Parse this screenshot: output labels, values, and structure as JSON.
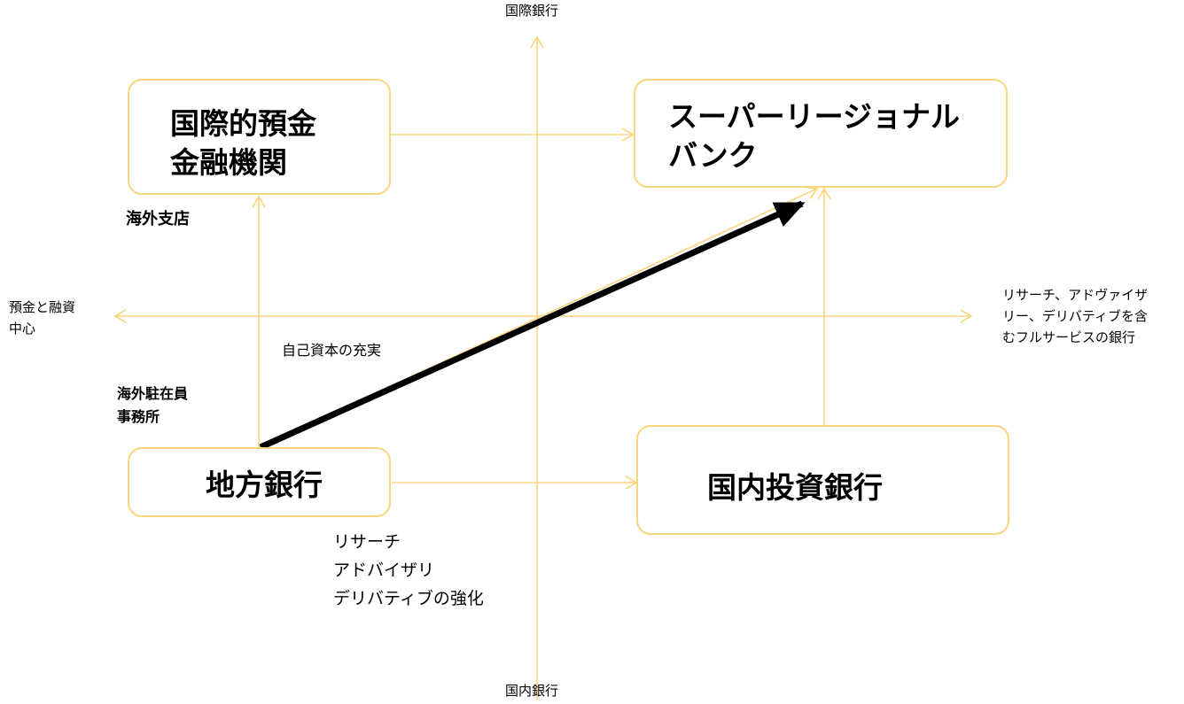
{
  "axes": {
    "top": "国際銀行",
    "bottom": "国内銀行",
    "left": [
      "預金と融資",
      "中心"
    ],
    "right": [
      "リサーチ、アドヴァイザ",
      "リー、デリバティブを含",
      "むフルサービスの銀行"
    ]
  },
  "boxes": {
    "intl_deposit": [
      "国際的預金",
      "金融機関"
    ],
    "super_regional": [
      "スーパーリージョナル",
      "バンク"
    ],
    "regional": "地方銀行",
    "domestic_investment": "国内投資銀行"
  },
  "notes": {
    "overseas_branch": "海外支店",
    "overseas_rep": [
      "海外駐在員",
      "事務所"
    ],
    "capital": "自己資本の充実",
    "strengthen": [
      "リサーチ",
      "アドバイザリ",
      "デリバティブの強化"
    ]
  },
  "colors": {
    "line": "#f9d57e",
    "arrow": "#000000"
  }
}
